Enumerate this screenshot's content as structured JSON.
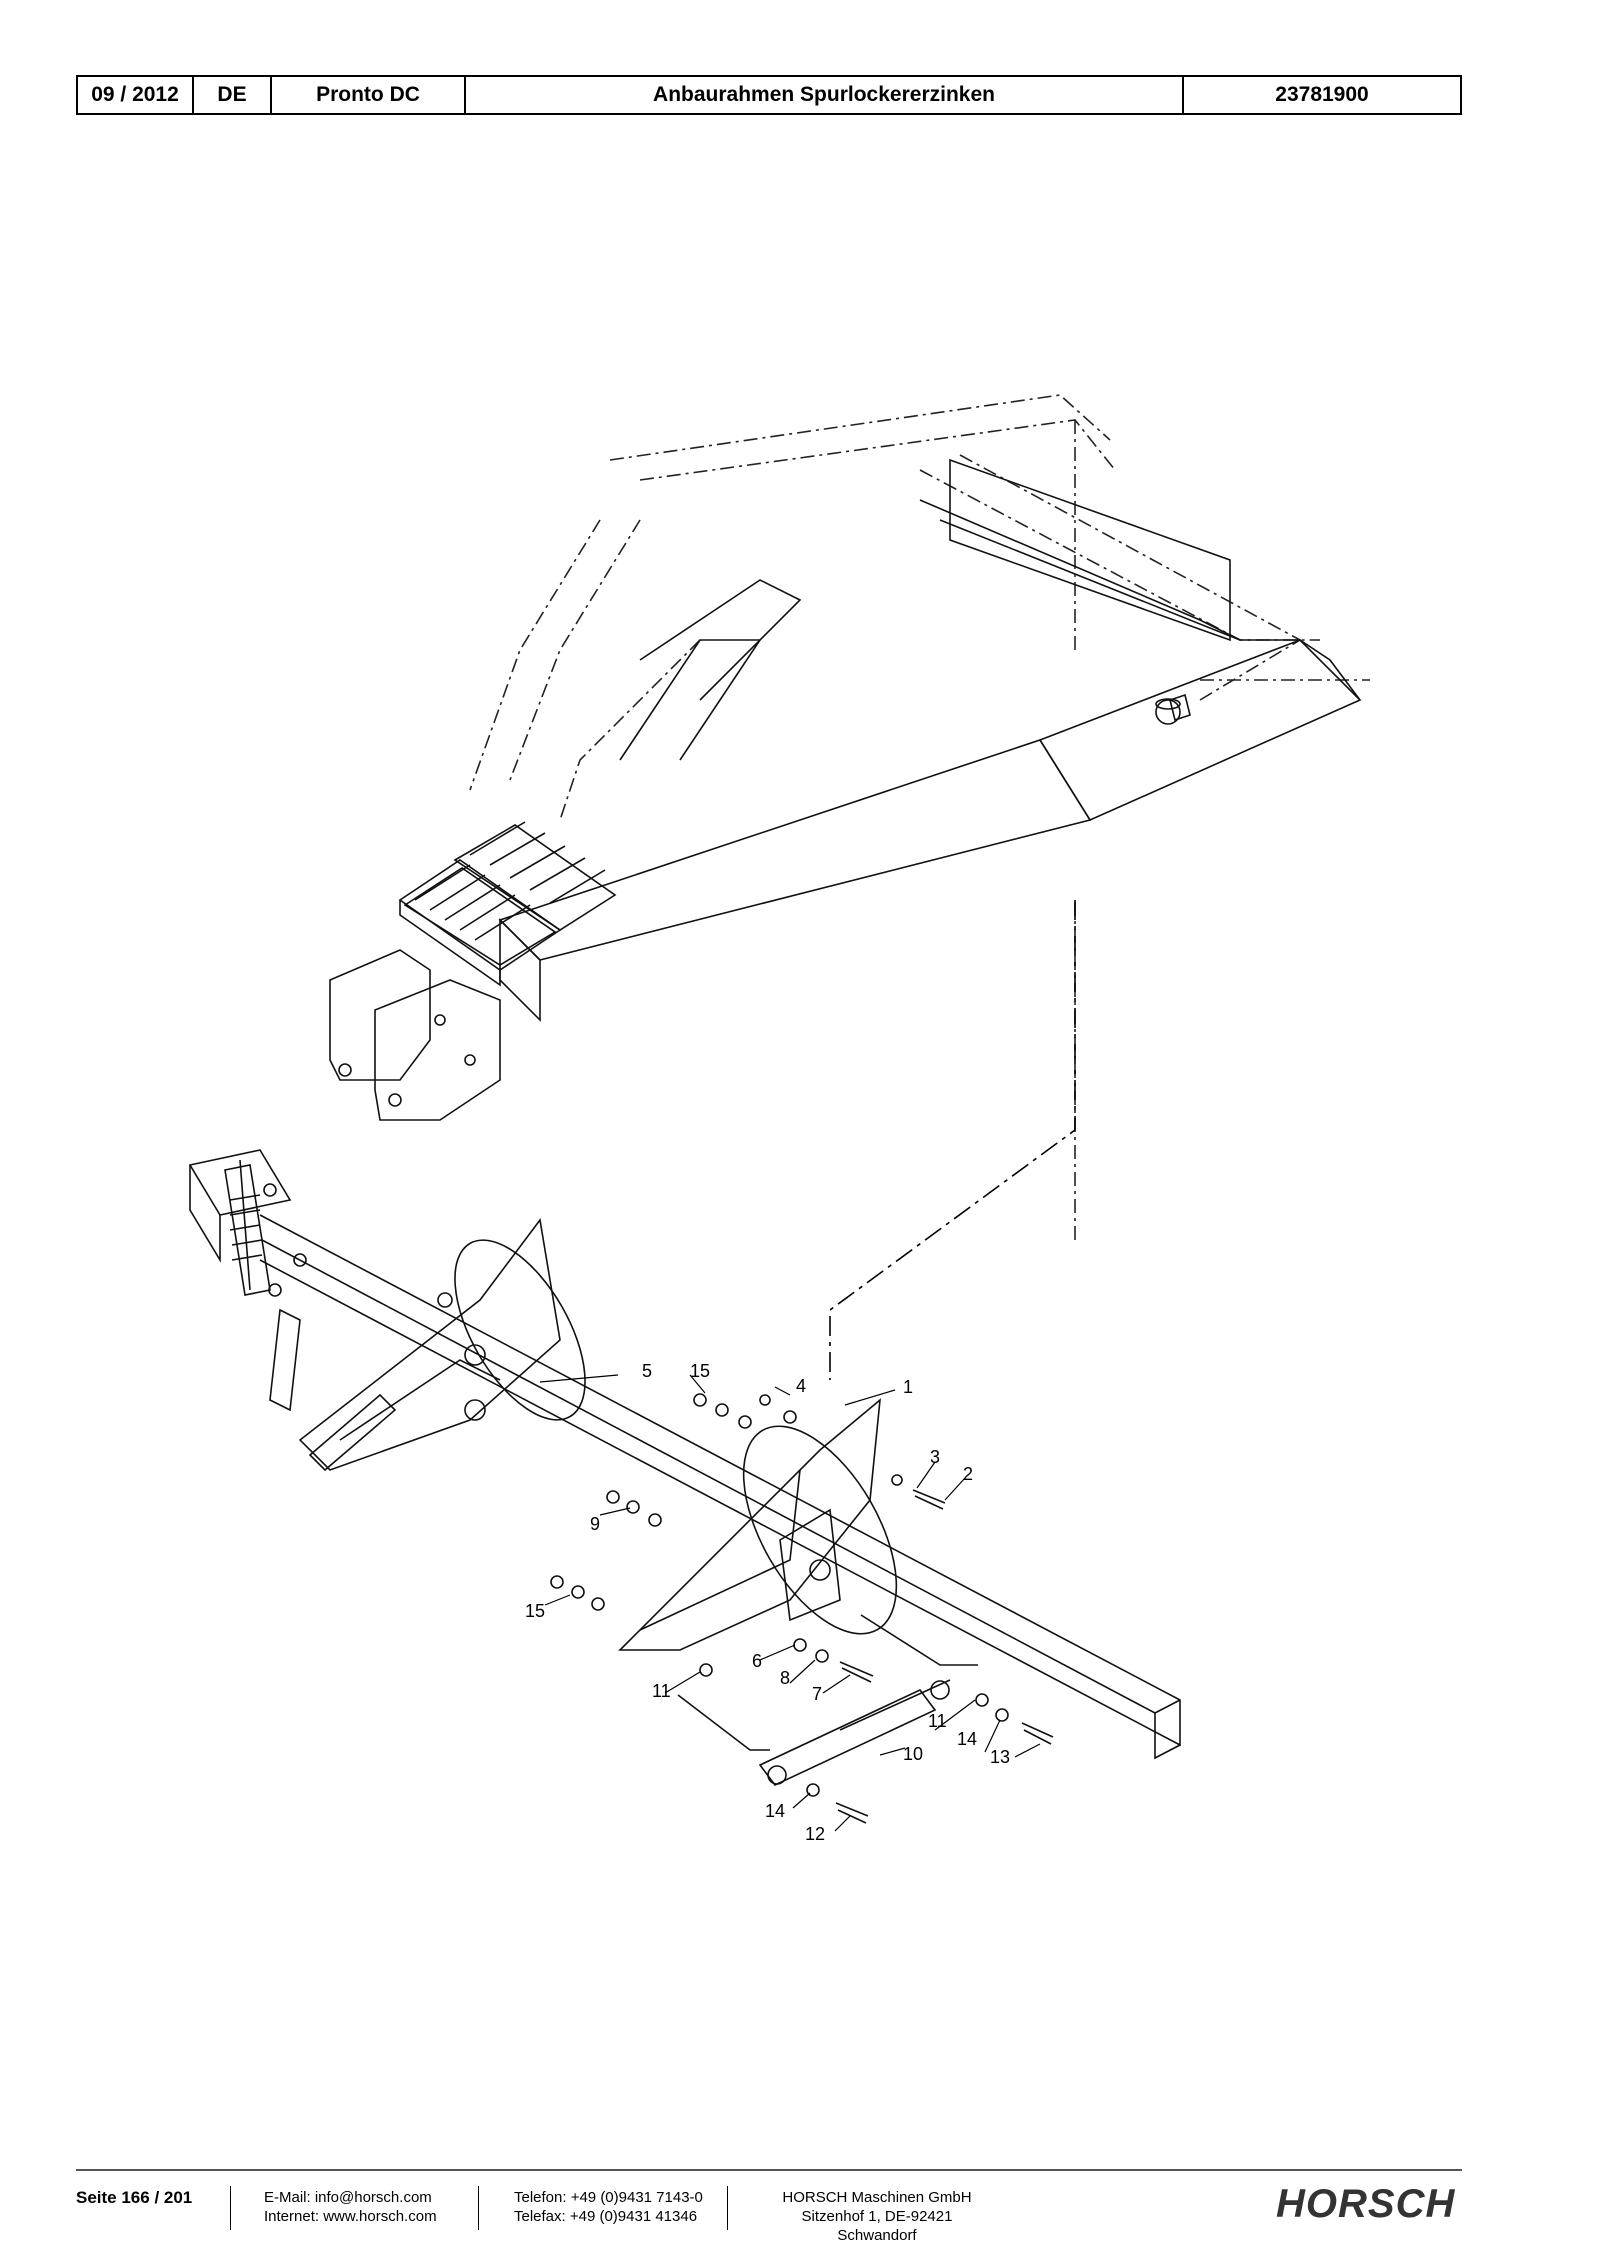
{
  "header": {
    "date": "09 / 2012",
    "lang": "DE",
    "machine": "Pronto DC",
    "title": "Anbaurahmen Spurlockererzinken",
    "number": "23781900"
  },
  "callouts": [
    "1",
    "2",
    "3",
    "4",
    "5",
    "6",
    "7",
    "8",
    "9",
    "10",
    "11",
    "11",
    "12",
    "13",
    "14",
    "14",
    "15",
    "15"
  ],
  "footer": {
    "page": "Seite 166 / 201",
    "email": "E-Mail: info@horsch.com",
    "internet": "Internet: www.horsch.com",
    "phone": "Telefon: +49 (0)9431 7143-0",
    "fax": "Telefax: +49 (0)9431 41346",
    "company": "HORSCH Maschinen GmbH",
    "address": "Sitzenhof 1, DE-92421 Schwandorf",
    "logo": "HORSCH"
  }
}
